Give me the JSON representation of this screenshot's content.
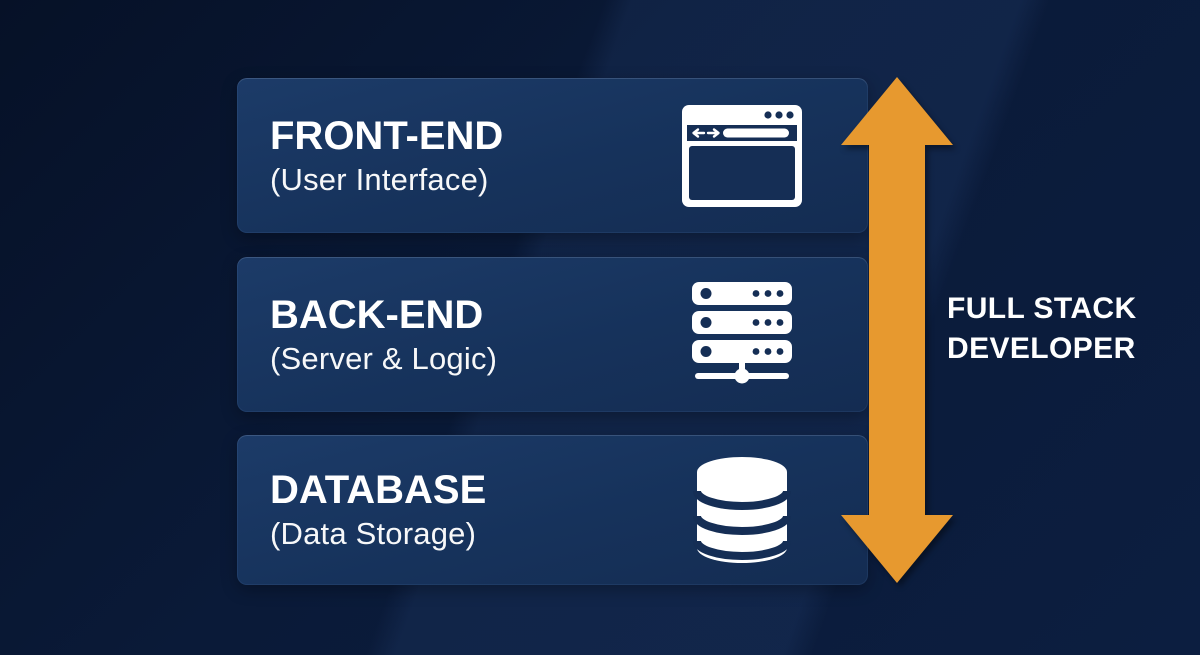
{
  "layers": [
    {
      "title": "FRONT-END",
      "subtitle": "(User Interface)",
      "icon": "browser-icon"
    },
    {
      "title": "BACK-END",
      "subtitle": "(Server & Logic)",
      "icon": "server-icon"
    },
    {
      "title": "DATABASE",
      "subtitle": "(Data Storage)",
      "icon": "database-icon"
    }
  ],
  "arrow_label": {
    "line1": "FULL STACK",
    "line2": "DEVELOPER"
  },
  "colors": {
    "c-bg": "#0A1A38",
    "c-panel": "#16325B",
    "c-navy": "#152E55",
    "c-arrow": "#E7992F",
    "c-text": "#FFFFFF"
  }
}
